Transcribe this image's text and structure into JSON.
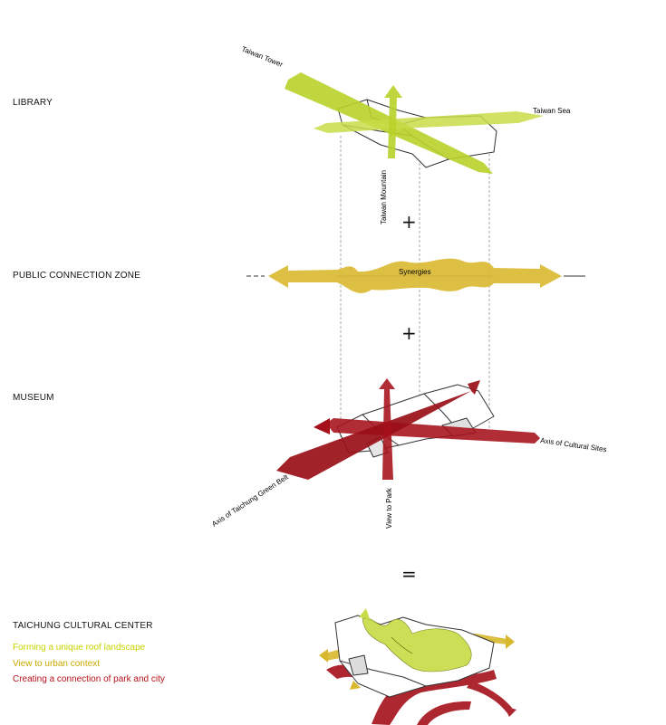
{
  "sections": {
    "library": {
      "label": "LIBRARY",
      "annotations": {
        "tower": "Taiwan Tower",
        "sea": "Taiwan Sea",
        "mountain": "Taiwan Mountain"
      }
    },
    "public": {
      "label": "PUBLIC CONNECTION ZONE",
      "annotations": {
        "synergies": "Synergies"
      }
    },
    "museum": {
      "label": "MUSEUM",
      "annotations": {
        "cultural": "Axis of Cultural Sites",
        "green": "Axis of Taichung Green Belt",
        "park": "View to Park"
      }
    },
    "center": {
      "label": "TAICHUNG CULTURAL CENTER",
      "notes": [
        {
          "text": "Forming a unique roof landscape",
          "color": "#c8d400"
        },
        {
          "text": "View to urban context",
          "color": "#c9a800"
        },
        {
          "text": "Creating a connection of park and city",
          "color": "#b3121a"
        }
      ]
    }
  },
  "operators": {
    "plus1": "+",
    "plus2": "+",
    "equals": "="
  },
  "colors": {
    "lime": "#c2d92a",
    "gold": "#d9b830",
    "red": "#a5101a",
    "outline": "#333333"
  }
}
